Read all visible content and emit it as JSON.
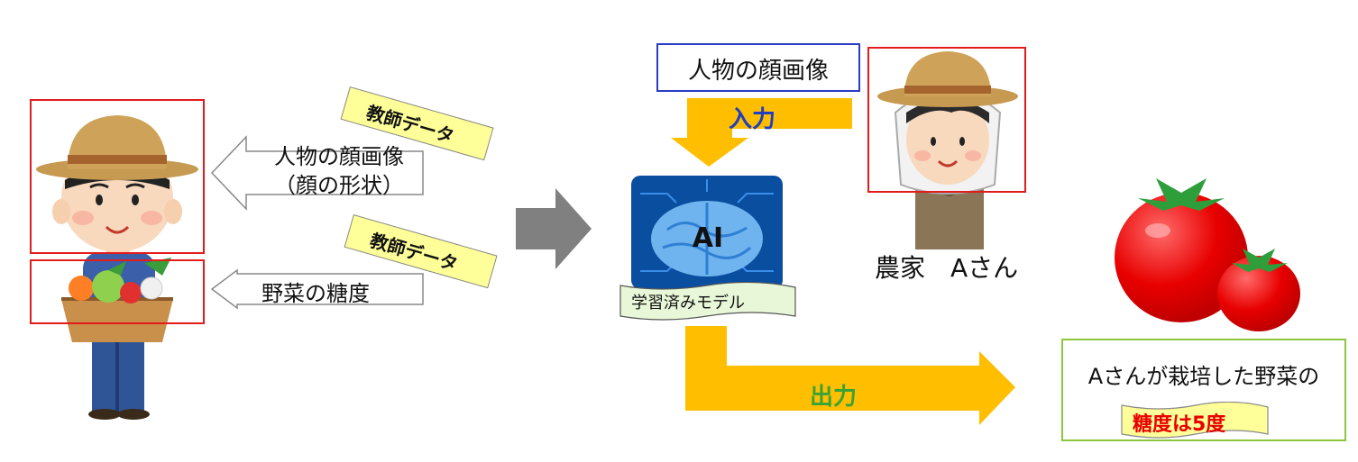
{
  "left": {
    "teacher_tag_1": "教師データ",
    "teacher_tag_2": "教師データ",
    "face_input_line1": "人物の顔画像",
    "face_input_line2": "（顔の形状）",
    "sugar_input": "野菜の糖度"
  },
  "model": {
    "chip_label": "AI",
    "banner_label": "学習済みモデル"
  },
  "input": {
    "box_label": "人物の顔画像",
    "arrow_label": "入力"
  },
  "output": {
    "arrow_label": "出力",
    "result_line1": "Aさんが栽培した野菜の",
    "result_highlight": "糖度は5度"
  },
  "farmer": {
    "name": "農家　Aさん"
  },
  "colors": {
    "arrow_gold": "#ffbf00",
    "arrow_gray": "#808080",
    "red_box": "#e31b1b",
    "blue_box": "#2b3cc4",
    "green_box": "#8cc63f",
    "input_text_blue": "#1f3fbf",
    "output_text_green": "#3aa335",
    "tag_yellow": "#ffff99",
    "banner_green": "#e8f7d8",
    "tomato_red": "#e80000"
  }
}
